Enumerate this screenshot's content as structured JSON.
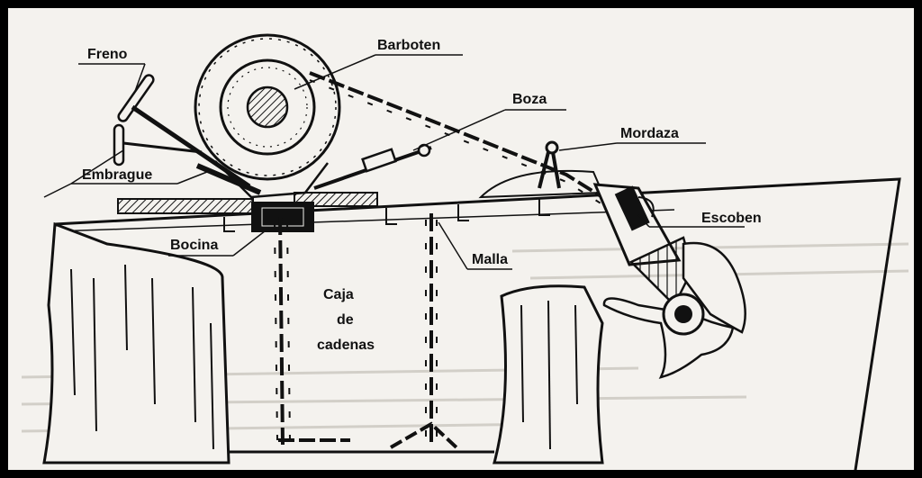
{
  "labels": {
    "freno": "Freno",
    "barboten": "Barboten",
    "boza": "Boza",
    "mordaza": "Mordaza",
    "embrague": "Embrague",
    "escoben": "Escoben",
    "bocina": "Bocina",
    "malla": "Malla",
    "caja_line1": "Caja",
    "caja_line2": "de",
    "caja_line3": "cadenas"
  },
  "colors": {
    "ink": "#111111",
    "paper": "#f4f2ee",
    "border": "#000000"
  }
}
